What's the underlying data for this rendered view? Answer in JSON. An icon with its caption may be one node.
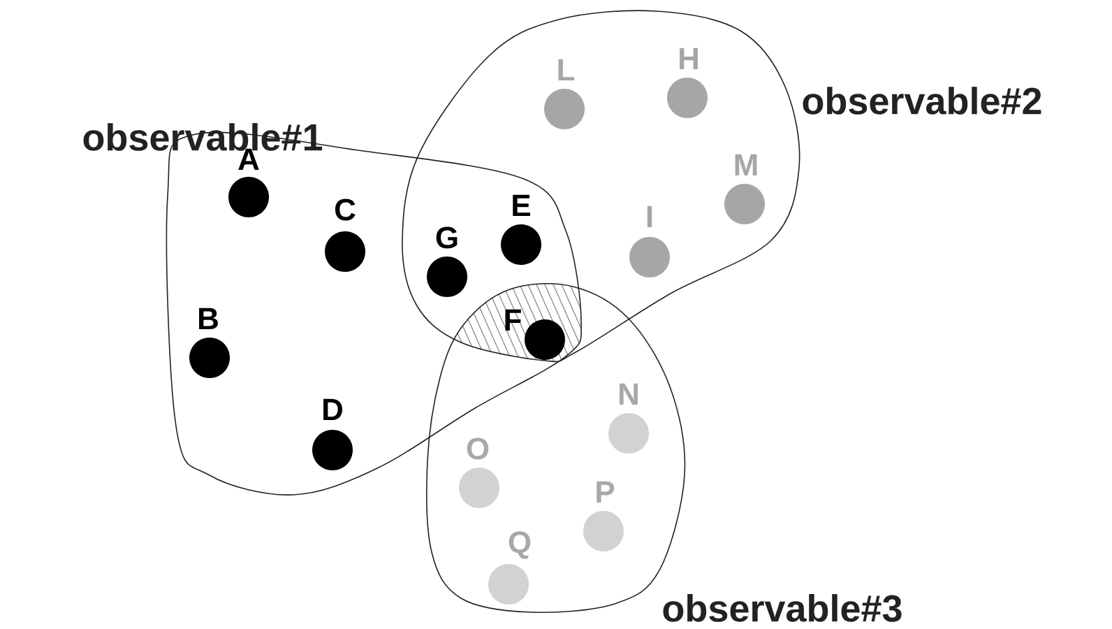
{
  "diagram": {
    "nodes": [
      {
        "text": [
          "observable#1"
        ]
      },
      {
        "text": [
          "observable#2"
        ]
      },
      {
        "text": [
          "observable#3"
        ]
      },
      {
        "text": [],
        "shape": "circle",
        "beside": [
          "A"
        ],
        "in": 0
      },
      {
        "text": [],
        "shape": "circle",
        "beside": [
          "B"
        ],
        "in": 0
      },
      {
        "text": [],
        "shape": "circle",
        "beside": [
          "C"
        ],
        "in": 0
      },
      {
        "text": [],
        "shape": "circle",
        "beside": [
          "D"
        ],
        "in": 0
      },
      {
        "text": [],
        "shape": "circle",
        "beside": [
          "E"
        ]
      },
      {
        "text": [],
        "shape": "circle",
        "beside": [
          "F"
        ]
      },
      {
        "text": [],
        "shape": "circle",
        "beside": [
          "G"
        ]
      },
      {
        "text": [],
        "shape": "circle",
        "beside": [
          "H"
        ],
        "in": 1
      },
      {
        "text": [],
        "shape": "circle",
        "beside": [
          "I"
        ],
        "in": 1
      },
      {
        "text": [],
        "shape": "circle",
        "beside": [
          "L"
        ],
        "in": 1
      },
      {
        "text": [],
        "shape": "circle",
        "beside": [
          "M"
        ],
        "in": 1
      },
      {
        "text": [],
        "shape": "circle",
        "beside": [
          "N"
        ],
        "in": 2
      },
      {
        "text": [],
        "shape": "circle",
        "beside": [
          "O"
        ],
        "in": 2
      },
      {
        "text": [],
        "shape": "circle",
        "beside": [
          "P"
        ],
        "in": 2
      },
      {
        "text": [],
        "shape": "circle",
        "beside": [
          "Q"
        ],
        "in": 2
      }
    ]
  }
}
